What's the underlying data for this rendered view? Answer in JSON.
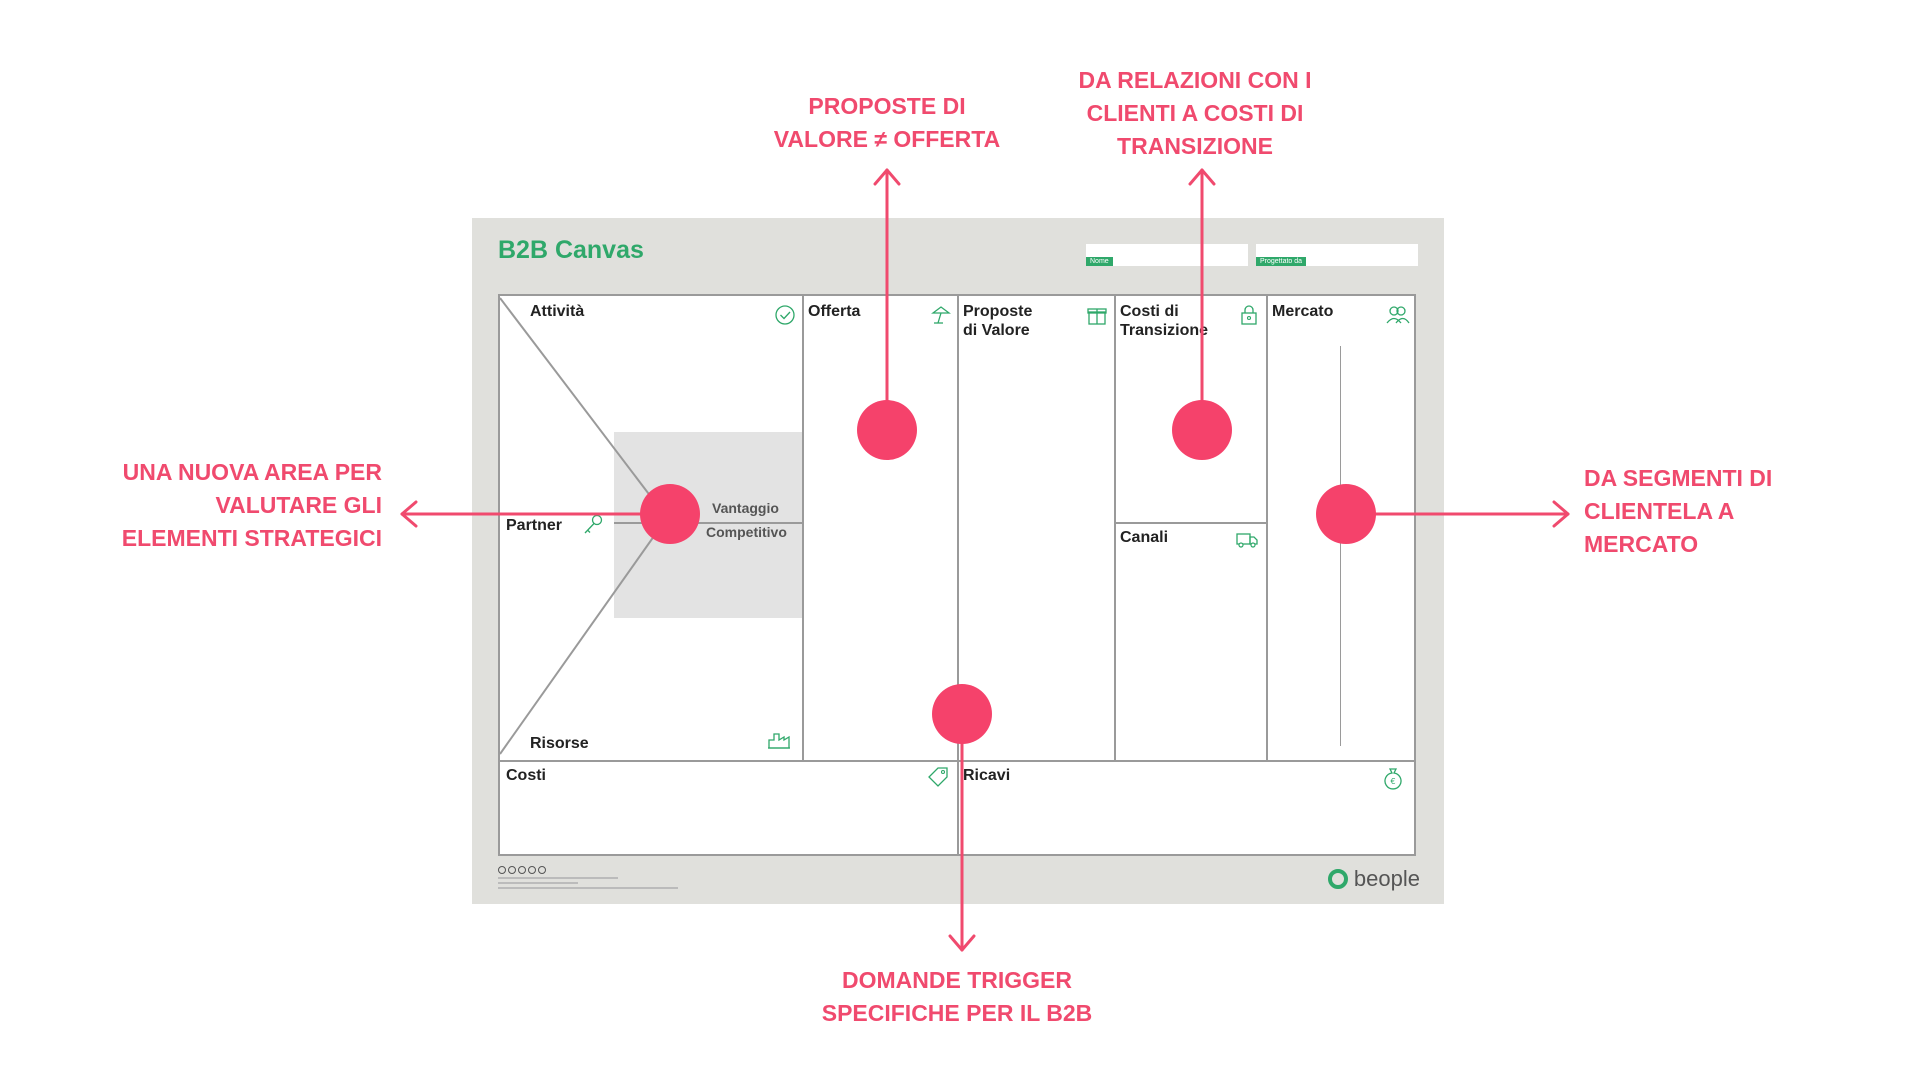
{
  "annotations": {
    "proposte": [
      "PROPOSTE DI",
      "VALORE ≠ OFFERTA"
    ],
    "relazioni": [
      "DA RELAZIONI CON I",
      "CLIENTI A COSTI DI",
      "TRANSIZIONE"
    ],
    "nuova_area": [
      "UNA NUOVA AREA PER",
      "VALUTARE GLI",
      "ELEMENTI STRATEGICI"
    ],
    "segmenti": [
      "DA SEGMENTI DI",
      "CLIENTELA A",
      "MERCATO"
    ],
    "domande": [
      "DOMANDE TRIGGER",
      "SPECIFICHE PER IL B2B"
    ]
  },
  "canvas": {
    "title": "B2B Canvas",
    "fields": {
      "nome": "Nome",
      "progettato_da": "Progettato da"
    },
    "blocks": {
      "attivita": "Attività",
      "partner": "Partner",
      "risorse": "Risorse",
      "vantaggio": [
        "Vantaggio",
        "Competitivo"
      ],
      "offerta": "Offerta",
      "proposte": [
        "Proposte",
        "di Valore"
      ],
      "costi_transizione": [
        "Costi di",
        "Transizione"
      ],
      "canali": "Canali",
      "mercato": "Mercato",
      "costi": "Costi",
      "ricavi": "Ricavi"
    },
    "brand": "beople"
  },
  "colors": {
    "accent": "#f04a6e",
    "brand_green": "#2fa86a",
    "board_bg": "#e0e0dc",
    "grid_line": "#9a9a9a"
  },
  "icons": {
    "attivita": "check-circle-icon",
    "offerta": "lamp-icon",
    "proposte": "gift-icon",
    "costi_transizione": "lock-icon",
    "mercato": "people-icon",
    "partner": "key-icon",
    "canali": "truck-icon",
    "risorse": "factory-icon",
    "costi": "tag-icon",
    "ricavi": "money-bag-icon"
  }
}
